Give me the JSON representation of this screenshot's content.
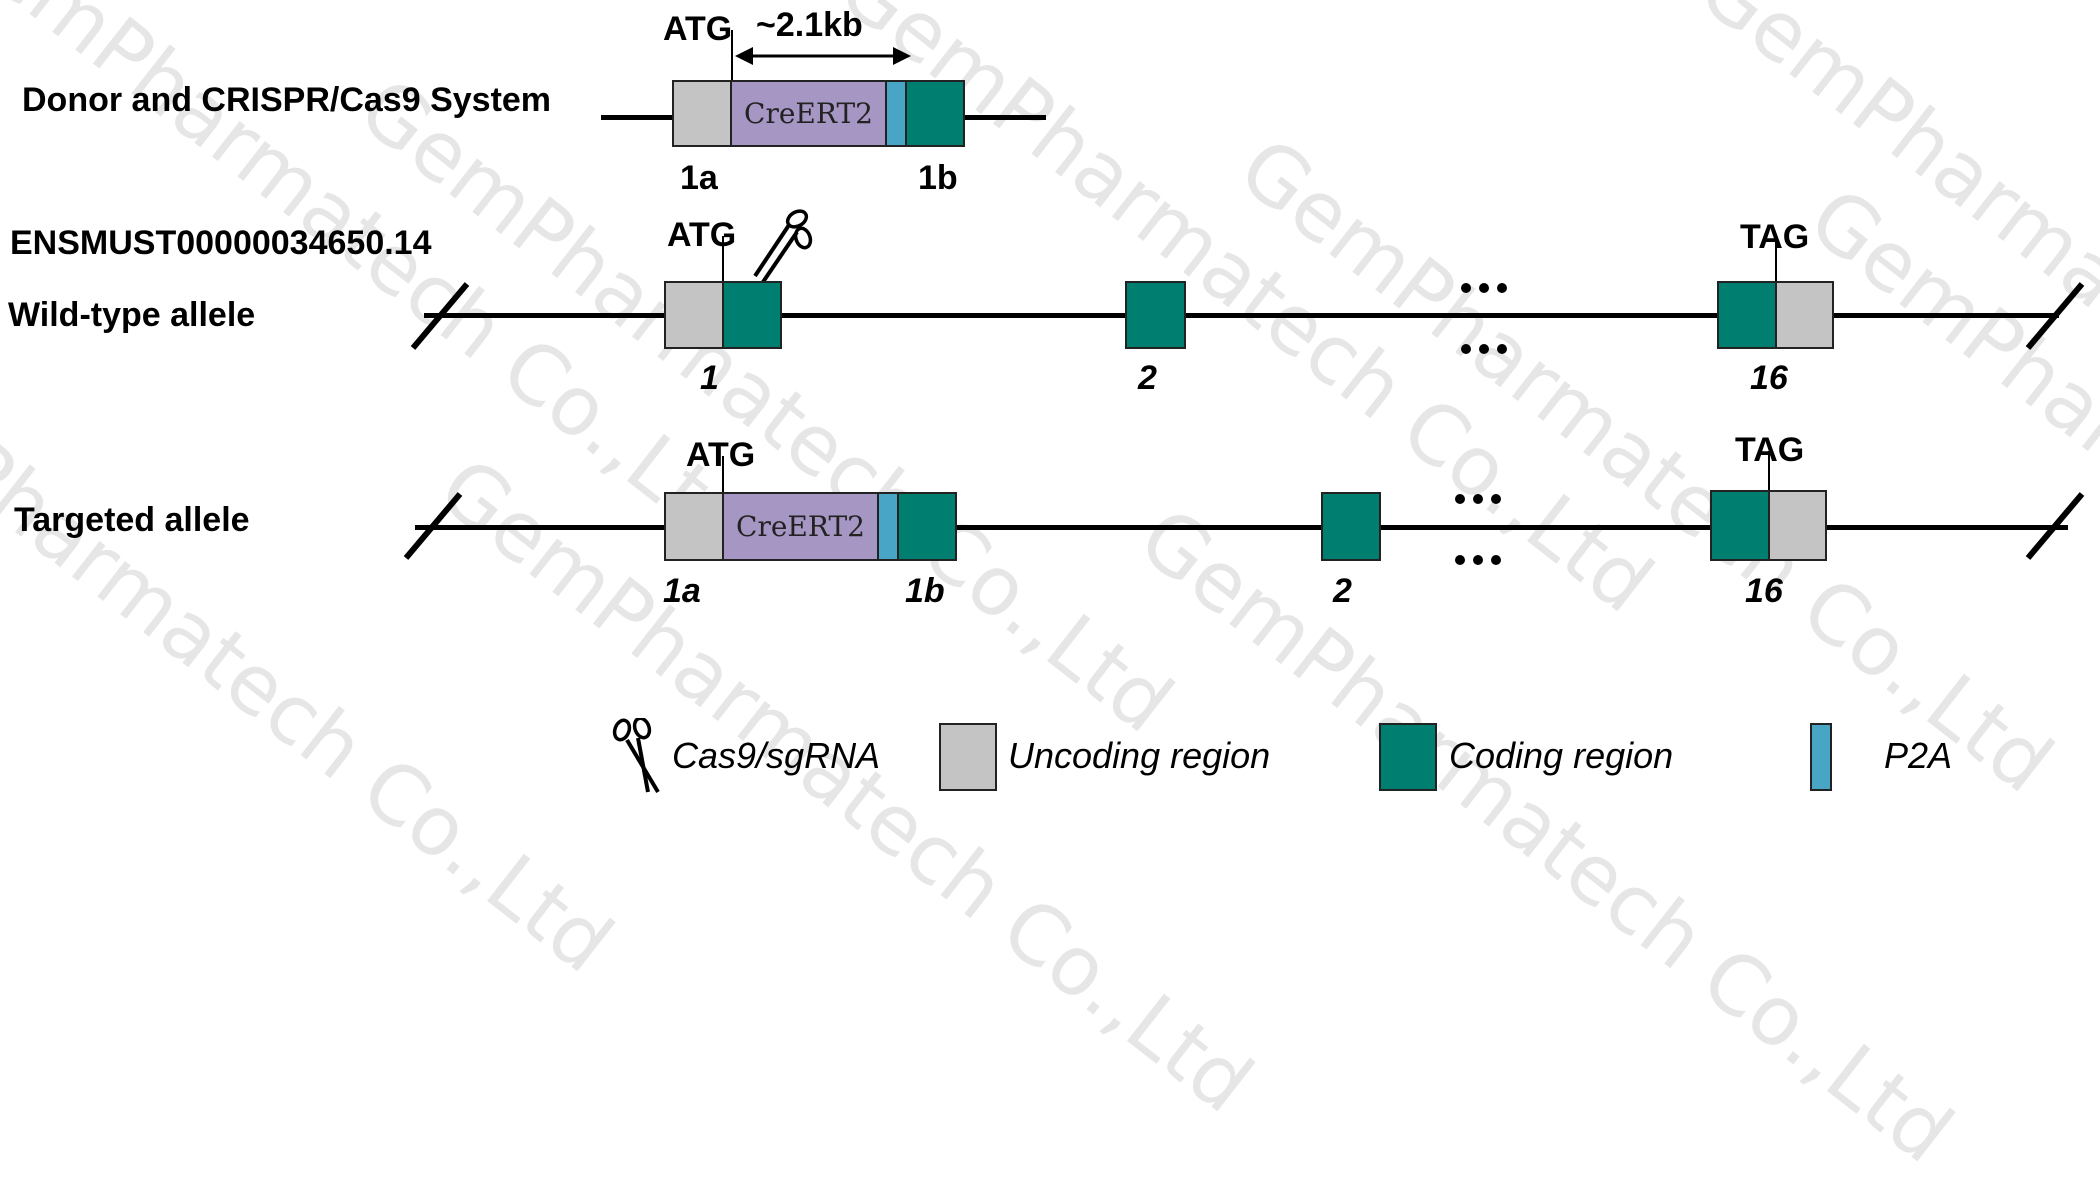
{
  "watermark": "GemPharmatech Co.,Ltd",
  "donor": {
    "label": "Donor and CRISPR/Cas9 System",
    "start_codon": "ATG",
    "size": "~2.1kb",
    "insert": "CreERT2",
    "exon_left": "1a",
    "exon_right": "1b"
  },
  "transcript_id": "ENSMUST00000034650.14",
  "wild_type": {
    "label": "Wild-type allele",
    "start_codon": "ATG",
    "stop_codon": "TAG",
    "exons": [
      "1",
      "2",
      "16"
    ]
  },
  "targeted": {
    "label": "Targeted allele",
    "start_codon": "ATG",
    "stop_codon": "TAG",
    "insert": "CreERT2",
    "exons": [
      "1a",
      "1b",
      "2",
      "16"
    ]
  },
  "legend": {
    "cas9": "Cas9/sgRNA",
    "uncoding": "Uncoding region",
    "coding": "Coding region",
    "p2a": "P2A"
  },
  "colors": {
    "coding": "#007e70",
    "uncoding": "#c4c4c4",
    "creert2": "#a596c4",
    "p2a": "#48a5c6"
  }
}
